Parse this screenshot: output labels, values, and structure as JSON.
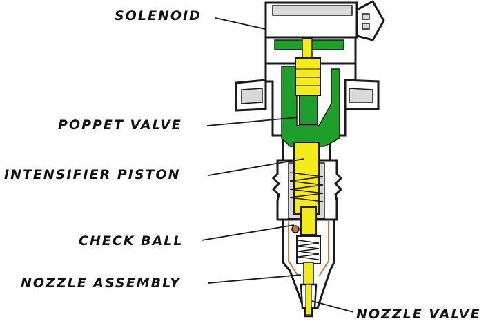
{
  "labels": {
    "solenoid": "SOLENOID",
    "poppet_valve": "POPPET VALVE",
    "intensifier_piston": "INTENSIFIER PISTON",
    "check_ball": "CHECK BALL",
    "nozzle_assembly": "NOZZLE ASSEMBLY",
    "nozzle_valve": "NOZZLE VALVE"
  },
  "colors": {
    "outline": "#1a1a1a",
    "body": "#ffffff",
    "body_shade": "#d9d9d9",
    "oil_passage": "#1e9e2a",
    "yellow_parts": "#f4ea1c",
    "copper_lines": "#c97a3a",
    "background": "#ffffff"
  }
}
